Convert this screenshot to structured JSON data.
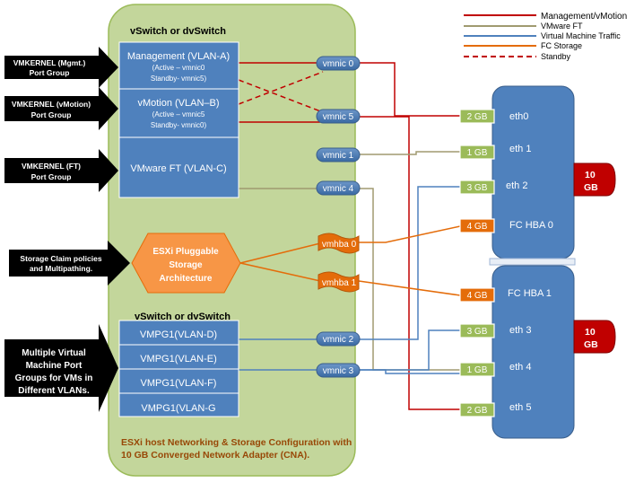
{
  "legend": {
    "management": "Management/vMotion",
    "ft": "VMware FT",
    "vm": "Virtual Machine Traffic",
    "fc": "FC Storage",
    "standby": "Standby"
  },
  "colors": {
    "management": "#c00000",
    "ft": "#a09a70",
    "vm": "#4f81bd",
    "fc": "#e46c0a",
    "switch_fill": "#c3d69b",
    "portgroup_fill": "#4f81bd",
    "nic_fill": "#4f81bd",
    "adapter_fill": "#4f81bd",
    "badge_fill": "#c00000"
  },
  "host": {
    "switch_top_title": "vSwitch or dvSwitch",
    "switch_bottom_title": "vSwitch or dvSwitch",
    "footer_line1": "ESXi host Networking & Storage Configuration  with",
    "footer_line2": "10 GB Converged Network Adapter (CNA)."
  },
  "portgroups": {
    "mgmt_title": "Management (VLAN-A)",
    "mgmt_line1": "(Active – vmnic0",
    "mgmt_line2": "Standby- vmnic5)",
    "vmotion_title": "vMotion (VLAN–B)",
    "vmotion_line1": "(Active – vmnic5",
    "vmotion_line2": "Standby- vmnic0)",
    "ft_title": "VMware FT (VLAN-C)",
    "vm1": "VMPG1(VLAN-D)",
    "vm2": "VMPG1(VLAN-E)",
    "vm3": "VMPG1(VLAN-F)",
    "vm4": "VMPG1(VLAN-G"
  },
  "storage": {
    "psa_line1": "ESXi Pluggable",
    "psa_line2": "Storage",
    "psa_line3": "Architecture"
  },
  "arrows": {
    "mgmt_line1": "VMKERNEL (Mgmt.)",
    "mgmt_line2": "Port Group",
    "vmotion_line1": "VMKERNEL (vMotion)",
    "vmotion_line2": "Port Group",
    "ft_line1": "VMKERNEL (FT)",
    "ft_line2": "Port Group",
    "storage_line1": "Storage Claim policies",
    "storage_line2": "and Multipathing.",
    "vm_line1": "Multiple Virtual",
    "vm_line2": "Machine Port",
    "vm_line3": "Groups for VMs in",
    "vm_line4": "Different VLANs."
  },
  "uplinks": {
    "vmnic0": "vmnic 0",
    "vmnic5": "vmnic 5",
    "vmnic1": "vmnic 1",
    "vmnic4": "vmnic 4",
    "vmhba0": "vmhba 0",
    "vmhba1": "vmhba 1",
    "vmnic2": "vmnic 2",
    "vmnic3": "vmnic 3"
  },
  "adapters": {
    "port_eth0_speed": "2 GB",
    "port_eth0_label": "eth0",
    "port_eth1_speed": "1 GB",
    "port_eth1_label": "eth 1",
    "port_eth2_speed": "3 GB",
    "port_eth2_label": "eth 2",
    "port_fc0_speed": "4 GB",
    "port_fc0_label": "FC HBA 0",
    "port_fc1_speed": "4 GB",
    "port_fc1_label": "FC HBA 1",
    "port_eth3_speed": "3 GB",
    "port_eth3_label": "eth 3",
    "port_eth4_speed": "1 GB",
    "port_eth4_label": "eth 4",
    "port_eth5_speed": "2 GB",
    "port_eth5_label": "eth 5",
    "badge1_line1": "10",
    "badge1_line2": "GB",
    "badge2_line1": "10",
    "badge2_line2": "GB"
  }
}
